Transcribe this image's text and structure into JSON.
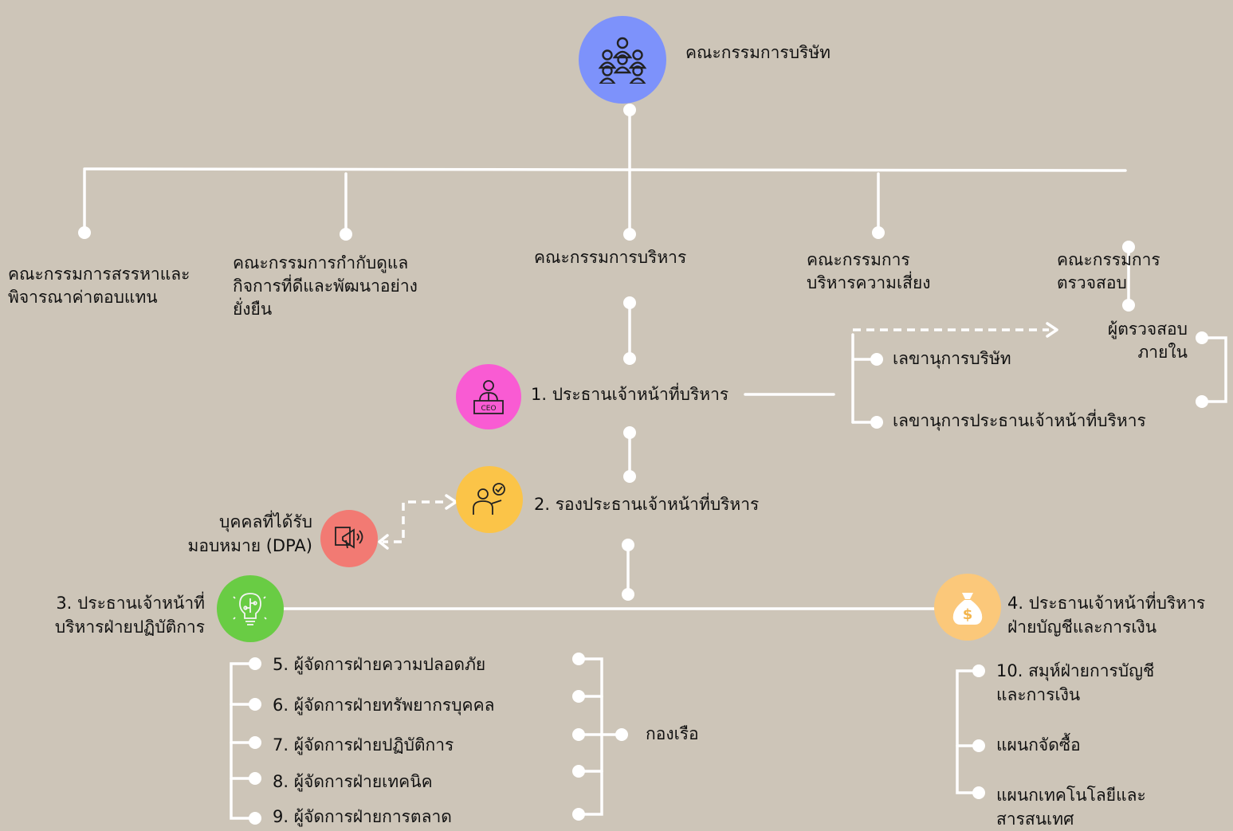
{
  "board": {
    "label": "คณะกรรมการบริษัท",
    "color": "#7d92fb"
  },
  "committees": [
    {
      "line1": "คณะกรรมการสรรหาและ",
      "line2": "พิจารณาค่าตอบแทน",
      "line3": ""
    },
    {
      "line1": "คณะกรรมการกำกับดูแล",
      "line2": "กิจการที่ดีและพัฒนาอย่าง",
      "line3": "ยั่งยืน"
    },
    {
      "line1": "คณะกรรมการบริหาร",
      "line2": "",
      "line3": ""
    },
    {
      "line1": "คณะกรรมการ",
      "line2": "บริหารความเสี่ยง",
      "line3": ""
    },
    {
      "line1": "คณะกรรมการ",
      "line2": "ตรวจสอบ",
      "line3": ""
    }
  ],
  "internal_audit": {
    "line1": "ผู้ตรวจสอบ",
    "line2": "ภายใน"
  },
  "secretaries": [
    "เลขานุการบริษัท",
    "เลขานุการประธานเจ้าหน้าที่บริหาร"
  ],
  "ceo": {
    "label": "1. ประธานเจ้าหน้าที่บริหาร",
    "icon_text": "CEO",
    "color": "#f95bd3"
  },
  "deputy_ceo": {
    "label": "2. รองประธานเจ้าหน้าที่บริหาร",
    "color": "#fbc448"
  },
  "dpa": {
    "line1": "บุคคลที่ได้รับ",
    "line2": "มอบหมาย (DPA)",
    "color": "#f27a73"
  },
  "coo": {
    "line1": "3. ประธานเจ้าหน้าที่",
    "line2": "บริหารฝ่ายปฏิบัติการ",
    "color": "#69cc44"
  },
  "cfo": {
    "line1": "4. ประธานเจ้าหน้าที่บริหาร",
    "line2": "ฝ่ายบัญชีและการเงิน",
    "icon_text": "$",
    "color": "#fbc87a"
  },
  "ops_managers": [
    "5. ผู้จัดการฝ่ายความปลอดภัย",
    "6. ผู้จัดการฝ่ายทรัพยากรบุคคล",
    "7. ผู้จัดการฝ่ายปฏิบัติการ",
    "8. ผู้จัดการฝ่ายเทคนิค",
    "9. ผู้จัดการฝ่ายการตลาด"
  ],
  "fleet": "กองเรือ",
  "finance_units": [
    {
      "line1": "10. สมุห์ฝ่ายการบัญชี",
      "line2": "และการเงิน"
    },
    {
      "line1": "แผนกจัดซื้อ",
      "line2": ""
    },
    {
      "line1": "แผนกเทคโนโลยีและ",
      "line2": "สารสนเทศ"
    }
  ]
}
